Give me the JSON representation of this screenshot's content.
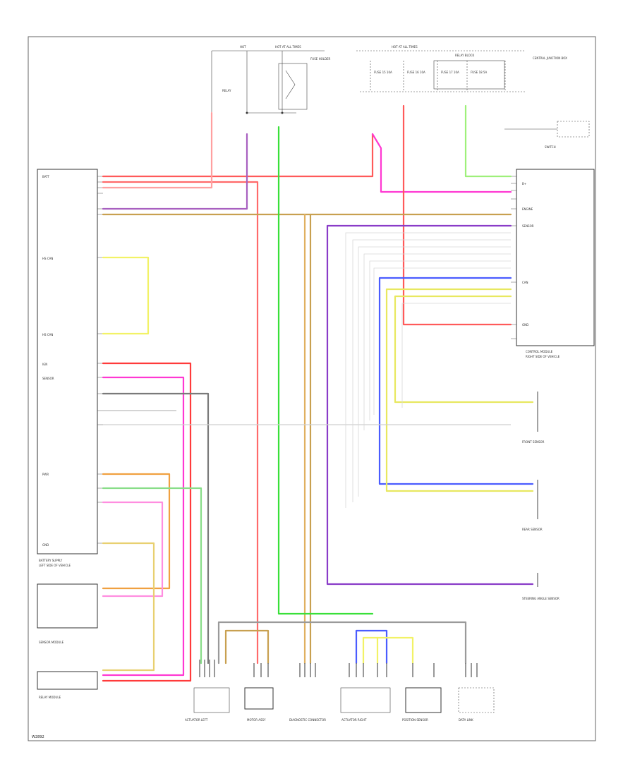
{
  "diagram_id": "W2892",
  "colors": {
    "red": "#ff3b3b",
    "pink": "#ff38d2",
    "green": "#39e039",
    "lightgreen": "#9ef07a",
    "yellow": "#f2f266",
    "orange": "#f0a040",
    "tan": "#c8a050",
    "blue": "#4a5cff",
    "purple": "#8a3cc8",
    "gray": "#9a9a9a",
    "black": "#333333",
    "ltgray": "#cfcfcf"
  },
  "top_labels": {
    "hot_at_all_times_left": "HOT AT ALL TIMES",
    "hot_left": "HOT",
    "hot_right": "HOT AT ALL TIMES",
    "fuse_1": "FUSE 15 10A",
    "fuse_2": "FUSE 16 10A",
    "fuse_3": "FUSE 17 10A",
    "fuse_4": "FUSE 18 5A",
    "relay_block": "RELAY BLOCK",
    "central_junction": "CENTRAL JUNCTION BOX",
    "fuse_holder": "FUSE HOLDER"
  },
  "left_module": {
    "caption": "BATTERY SUPPLY",
    "note": "LEFT SIDE OF VEHICLE"
  },
  "right_module": {
    "caption": "CONTROL MODULE",
    "note": "RIGHT SIDE OF VEHICLE"
  },
  "right_connectors": {
    "front_sensor": "FRONT SENSOR",
    "rear_sensor": "REAR SENSOR",
    "steering": "STEERING ANGLE SENSOR"
  },
  "bottom_components": {
    "c1": "ACTUATOR LEFT",
    "c2": "MOTOR ASSY",
    "c3": "DIAGNOSTIC CONNECTOR",
    "c4": "ACTUATOR RIGHT",
    "c5": "POSITION SENSOR",
    "c6": "DATA LINK"
  },
  "lower_left": {
    "box1": "SENSOR MODULE",
    "box2": "RELAY MODULE"
  }
}
